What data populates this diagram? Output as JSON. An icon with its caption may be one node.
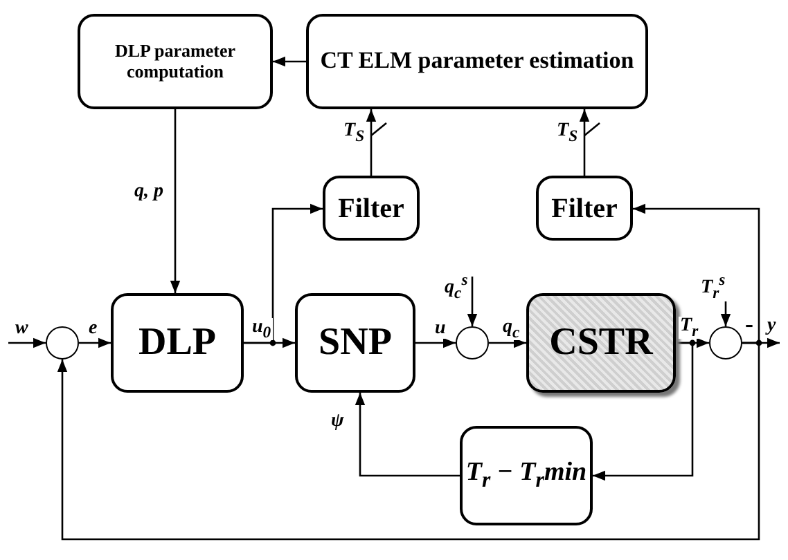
{
  "diagram": {
    "nodes": [
      {
        "text": [
          "DLP parameter computation"
        ]
      },
      {
        "text": [
          "CT ELM parameter estimation"
        ]
      },
      {
        "text": [
          "Filter"
        ]
      },
      {
        "text": [
          "Filter"
        ]
      },
      {
        "text": [],
        "shape": "circle"
      },
      {
        "text": [
          "DLP"
        ]
      },
      {
        "text": [
          "SNP"
        ]
      },
      {
        "text": [],
        "shape": "circle"
      },
      {
        "text": [
          "CSTR"
        ]
      },
      {
        "text": [],
        "shape": "circle"
      },
      {
        "text": [
          "T$_{r}$ − T$_{r}$min"
        ]
      }
    ],
    "edges": [
      {
        "from": 1,
        "to": 0,
        "arrow": "to"
      },
      {
        "from": 0,
        "to": 5,
        "arrow": "to",
        "label": "q, p"
      },
      {
        "from": 2,
        "to": 1,
        "arrow": "to",
        "label": "T$_{S}$"
      },
      {
        "from": 3,
        "to": 1,
        "arrow": "to",
        "label": "T$_{S}$"
      },
      {
        "from": null,
        "to": 4,
        "arrow": "to",
        "label": "w"
      },
      {
        "from": 4,
        "to": 5,
        "arrow": "to",
        "label": "e"
      },
      {
        "from": 5,
        "to": 6,
        "arrow": "to",
        "label": "u$_{0}$"
      },
      {
        "from": 5,
        "to": 2,
        "arrow": "to"
      },
      {
        "from": 6,
        "to": 7,
        "arrow": "to",
        "label": "u"
      },
      {
        "from": null,
        "to": 7,
        "arrow": "to",
        "label": "q$_{c}$$^{s}$"
      },
      {
        "from": 7,
        "to": 8,
        "arrow": "to",
        "label": "q$_{c}$"
      },
      {
        "from": 8,
        "to": 9,
        "arrow": "to",
        "label": "T$_{r}$"
      },
      {
        "from": 8,
        "to": 10,
        "arrow": "to"
      },
      {
        "from": 10,
        "to": 6,
        "arrow": "to",
        "label": "ψ"
      },
      {
        "from": null,
        "to": 9,
        "arrow": "to",
        "label": "T$_{r}$$^{s}$"
      },
      {
        "from": 9,
        "to": null,
        "arrow": "to",
        "label": "y"
      },
      {
        "from": 9,
        "to": 3,
        "arrow": "to"
      },
      {
        "from": 9,
        "to": 4,
        "arrow": "to"
      }
    ],
    "labels": [
      "-"
    ]
  }
}
